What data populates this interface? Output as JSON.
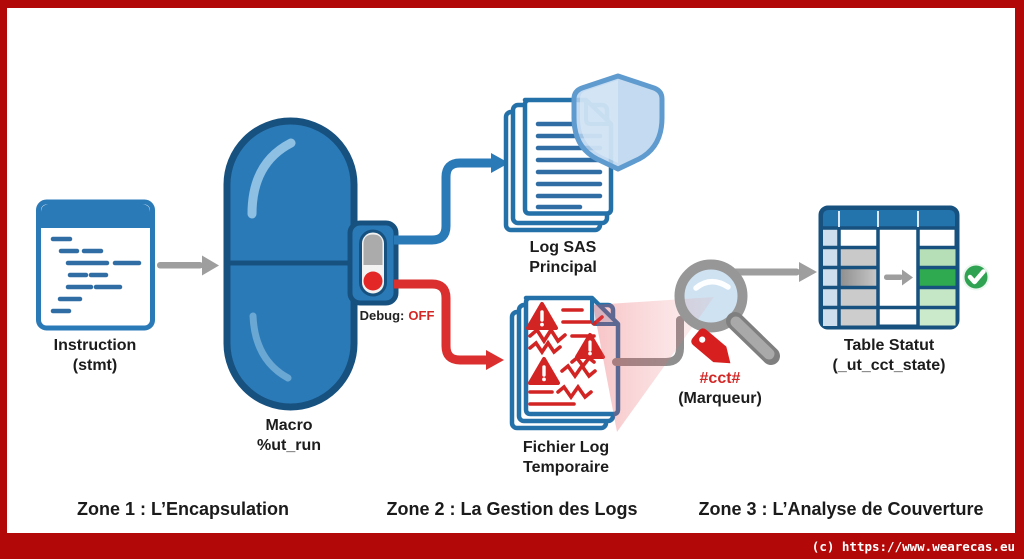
{
  "frame": {
    "border_color": "#b30808",
    "background": "#ffffff",
    "copyright": "(c) https://www.wearecas.eu"
  },
  "zones": [
    {
      "label": "Zone 1 : L’Encapsulation"
    },
    {
      "label": "Zone 2 : La Gestion des Logs"
    },
    {
      "label": "Zone 3 : L’Analyse de Couverture"
    }
  ],
  "nodes": {
    "instruction": {
      "title": "Instruction",
      "subtitle": "(stmt)"
    },
    "macro": {
      "title": "Macro",
      "subtitle": "%ut_run"
    },
    "debug_switch": {
      "label": "Debug:",
      "state": "OFF"
    },
    "log_sas": {
      "title": "Log SAS",
      "subtitle": "Principal"
    },
    "fichier_log": {
      "title": "Fichier Log",
      "subtitle": "Temporaire"
    },
    "marqueur": {
      "code": "#cct#",
      "caption": "(Marqueur)"
    },
    "table_statut": {
      "title": "Table Statut",
      "subtitle": "(_ut_cct_state)"
    }
  },
  "icons": {
    "instruction-document-icon": "window with code lines",
    "macro-capsule-icon": "blue pill capsule",
    "debug-toggle-icon": "vertical toggle switch set to off (red dot)",
    "log-stack-icon": "stack of log documents",
    "shield-icon": "protection shield over log",
    "warning-triangle-icon": "red alert triangle",
    "magnifier-icon": "magnifying glass scanning log",
    "tag-icon": "red marker tag",
    "status-table-icon": "status table grid",
    "check-icon": "green circle with white check",
    "arrow-icon": "flow arrow"
  },
  "colors": {
    "primary_blue": "#2b7ab8",
    "dark_blue": "#17517f",
    "line_blue": "#2f6da4",
    "alert_red": "#d32726",
    "arrow_gray": "#9e9e9e",
    "success_green": "#2faa50",
    "light_green_cell": "#c6e7c6",
    "shield_blue": "#b9d4ee",
    "lens_blue": "#cfe2f1",
    "light_blue_cell": "#cfdeee",
    "gray_cell": "#c9c9c9"
  }
}
